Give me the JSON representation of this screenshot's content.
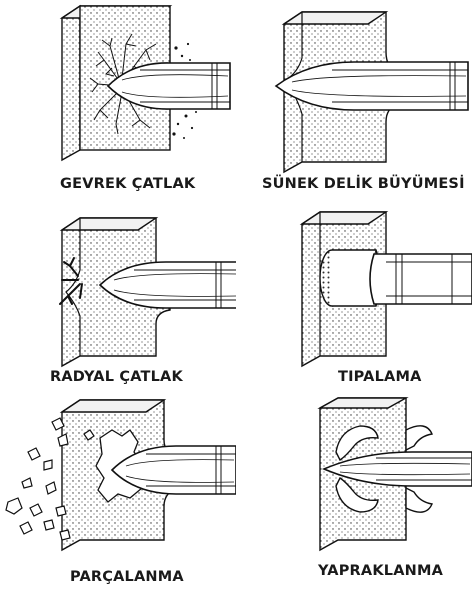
{
  "figure": {
    "panels": [
      {
        "id": "brittle",
        "label": "GEVREK ÇATLAK"
      },
      {
        "id": "ductile",
        "label": "SÜNEK DELİK BÜYÜMESİ"
      },
      {
        "id": "radial",
        "label": "RADYAL ÇATLAK"
      },
      {
        "id": "plugging",
        "label": "TIPALAMA"
      },
      {
        "id": "fragment",
        "label": "PARÇALANMA"
      },
      {
        "id": "petal",
        "label": "YAPRAKLANMA"
      }
    ]
  }
}
